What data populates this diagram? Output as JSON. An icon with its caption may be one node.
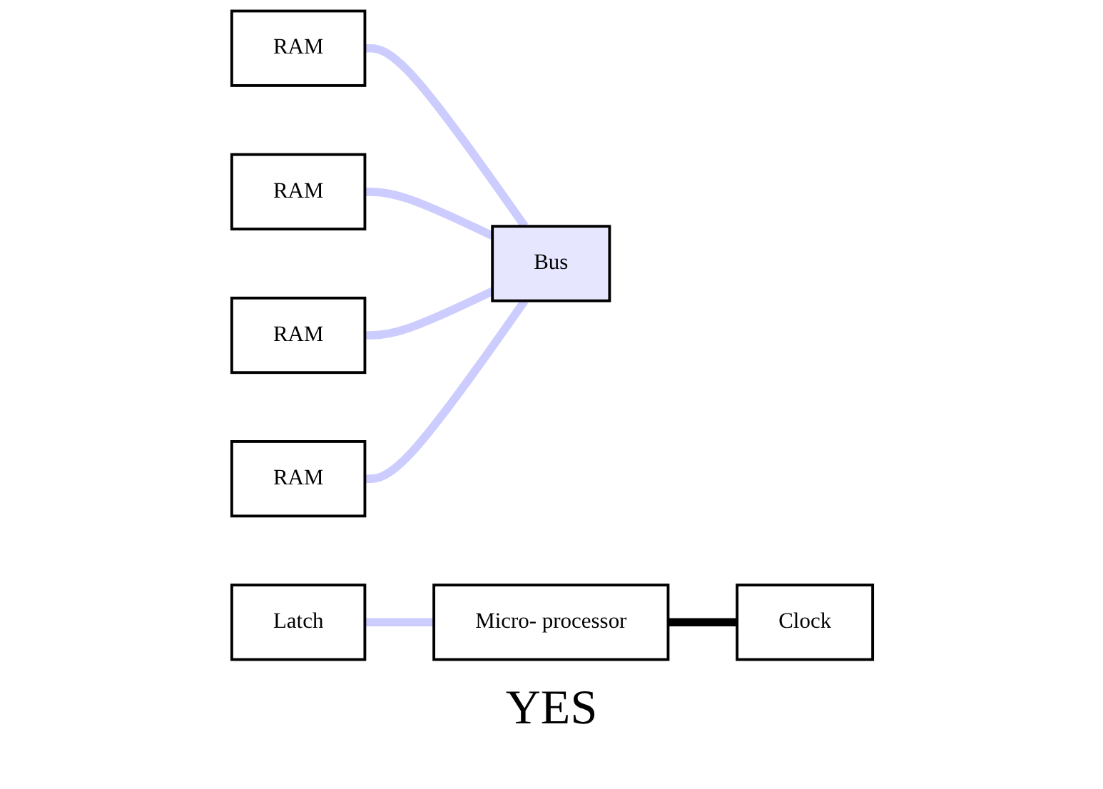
{
  "diagram": {
    "nodes": [
      {
        "text": [
          "RAM"
        ]
      },
      {
        "text": [
          "RAM"
        ]
      },
      {
        "text": [
          "Bus"
        ]
      },
      {
        "text": [
          "Latch"
        ]
      },
      {
        "text": [
          "Micro- processor"
        ]
      },
      {
        "text": [
          "Clock"
        ]
      },
      {
        "text": [
          "RAM"
        ]
      },
      {
        "text": [
          "RAM"
        ]
      }
    ],
    "edges": [
      {
        "from": 0,
        "to": 2,
        "arrow": "none"
      },
      {
        "from": 1,
        "to": 2,
        "arrow": "none"
      },
      {
        "from": 6,
        "to": 2,
        "arrow": "none"
      },
      {
        "from": 7,
        "to": 2,
        "arrow": "none"
      },
      {
        "from": 3,
        "to": 4,
        "arrow": "none"
      },
      {
        "from": 4,
        "to": 5,
        "arrow": "none",
        "color": "#000000"
      }
    ],
    "labels": [
      "YES"
    ]
  }
}
